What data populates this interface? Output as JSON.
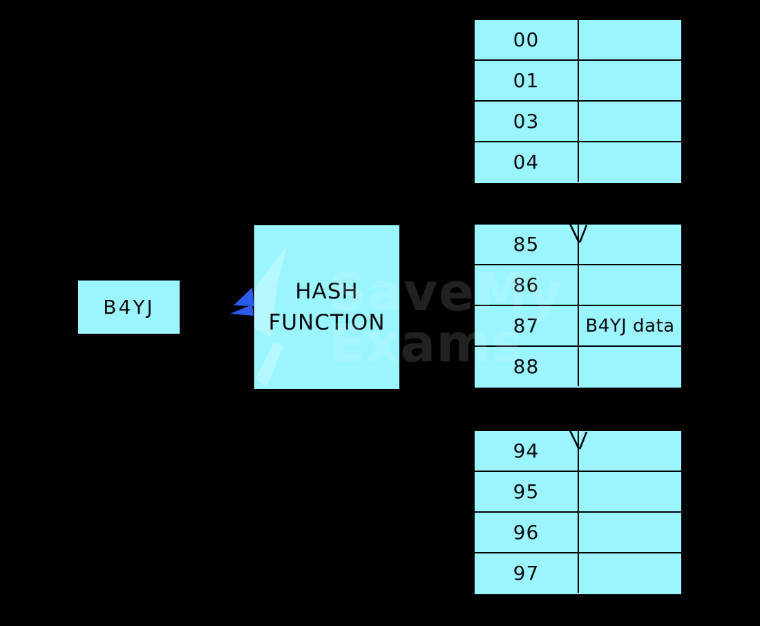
{
  "colors": {
    "background": "#000000",
    "cell_fill": "#9AF5FF",
    "border": "#000000",
    "arrow_blue": "#2B5BE8",
    "text": "#0a0a0a"
  },
  "key_box": {
    "label": "B4YJ"
  },
  "hash_function": {
    "label": "HASH\nFUNCTION"
  },
  "tables": {
    "top": {
      "has_pointer": false,
      "rows": [
        {
          "index": "00",
          "value": ""
        },
        {
          "index": "01",
          "value": ""
        },
        {
          "index": "03",
          "value": ""
        },
        {
          "index": "04",
          "value": ""
        }
      ]
    },
    "middle": {
      "has_pointer": true,
      "rows": [
        {
          "index": "85",
          "value": ""
        },
        {
          "index": "86",
          "value": ""
        },
        {
          "index": "87",
          "value": "B4YJ data"
        },
        {
          "index": "88",
          "value": ""
        }
      ]
    },
    "bottom": {
      "has_pointer": true,
      "rows": [
        {
          "index": "94",
          "value": ""
        },
        {
          "index": "95",
          "value": ""
        },
        {
          "index": "96",
          "value": ""
        },
        {
          "index": "97",
          "value": ""
        }
      ]
    }
  },
  "watermark": {
    "line1": "SaveMy",
    "line2": "Exams"
  }
}
